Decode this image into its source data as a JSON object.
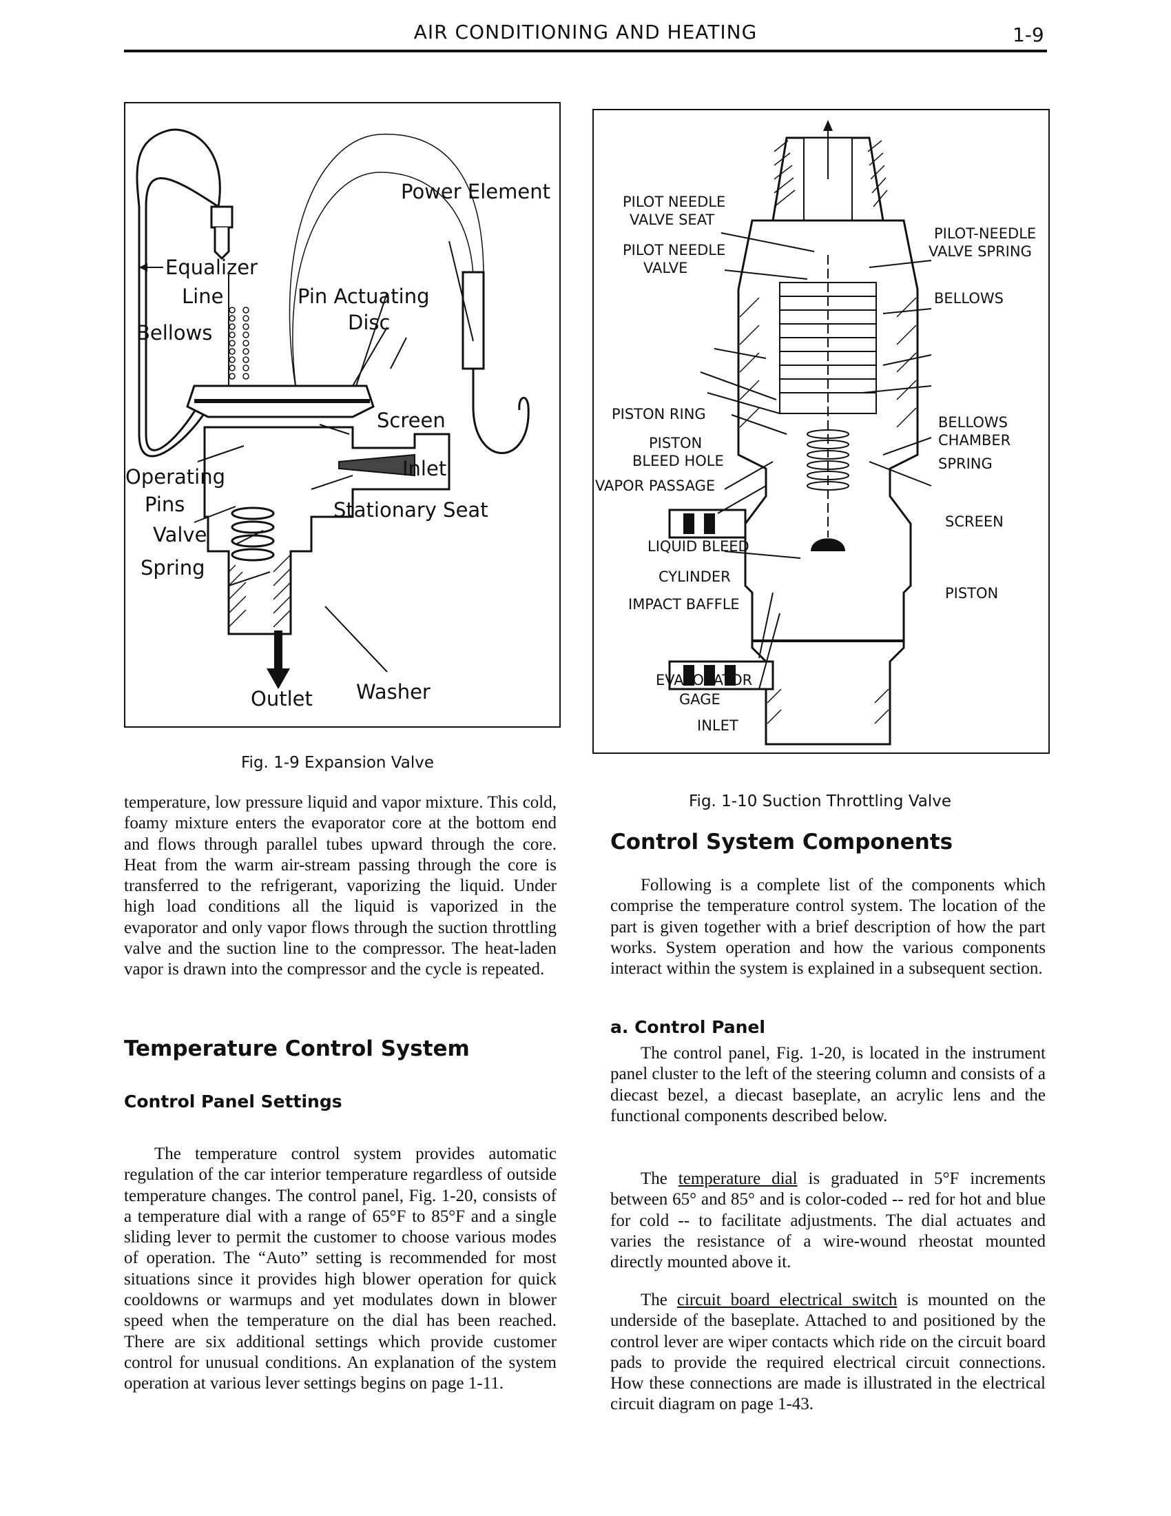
{
  "header": {
    "title": "AIR CONDITIONING AND HEATING",
    "page_number": "1-9"
  },
  "figure_left": {
    "labels": {
      "power_element": "Power Element",
      "equalizer": "Equalizer",
      "line": "Line",
      "pin_actuating": "Pin Actuating",
      "disc": "Disc",
      "bellows": "Bellows",
      "screen": "Screen",
      "operating": "Operating",
      "pins": "Pins",
      "inlet": "Inlet",
      "stationary_seat": "Stationary Seat",
      "valve": "Valve",
      "spring": "Spring",
      "outlet": "Outlet",
      "washer": "Washer"
    },
    "caption": "Fig. 1-9 Expansion Valve"
  },
  "figure_right": {
    "labels": {
      "pilot_needle_valve_seat_1": "PILOT NEEDLE",
      "pilot_needle_valve_seat_2": "VALVE SEAT",
      "pilot_needle_valve_1": "PILOT NEEDLE",
      "pilot_needle_valve_2": "VALVE",
      "pilot_needle_valve_spring_1": "PILOT-NEEDLE",
      "pilot_needle_valve_spring_2": "VALVE SPRING",
      "bellows": "BELLOWS",
      "piston_ring": "PISTON RING",
      "piston_bleed_hole_1": "PISTON",
      "piston_bleed_hole_2": "BLEED HOLE",
      "vapor_passage": "VAPOR PASSAGE",
      "bellows_chamber_1": "BELLOWS",
      "bellows_chamber_2": "CHAMBER",
      "spring": "SPRING",
      "screen": "SCREEN",
      "liquid_bleed": "LIQUID BLEED",
      "cylinder": "CYLINDER",
      "impact_baffle": "IMPACT BAFFLE",
      "piston": "PISTON",
      "evaporator_gage_1": "EVAPORATOR",
      "evaporator_gage_2": "GAGE",
      "inlet": "INLET"
    },
    "caption": "Fig. 1-10 Suction Throttling Valve"
  },
  "left_column": {
    "para1": "temperature, low pressure liquid and vapor mixture. This cold, foamy mixture enters the evaporator core at the bottom end and flows through parallel tubes upward through the core. Heat from the warm air-stream passing through the core is transferred to the refrigerant, vaporizing the liquid. Under high load conditions all the liquid is vaporized in the evaporator and only vapor flows through the suction throttling valve and the suction line to the compressor. The heat-laden vapor is drawn into the compressor and the cycle is repeated.",
    "heading": "Temperature Control System",
    "subheading": "Control Panel Settings",
    "para2": "The temperature control system provides automatic regulation of the car interior temperature regardless of outside temperature changes. The control panel, Fig. 1-20, consists of a temperature dial with a range of 65°F to 85°F and a single sliding lever to permit the customer to choose various modes of operation. The “Auto” setting is recommended for most situations since it provides high blower operation for quick cooldowns or warmups and yet modulates down in blower speed when the temperature on the dial has been reached. There are six additional settings which provide customer control for unusual conditions. An explanation of the system operation at various lever settings begins on page 1-11."
  },
  "right_column": {
    "heading": "Control System Components",
    "para1": "Following is a complete list of the components which comprise the temperature control system. The location of the part is given together with a brief description of how the part works. System operation and how the various components interact within the system is explained in a subsequent section.",
    "subheading": "a.  Control Panel",
    "para2": "The control panel, Fig. 1-20, is located in the instrument panel cluster to the left of the steering column and consists of a diecast bezel, a diecast baseplate, an acrylic lens and the functional components described below.",
    "para3_underlined": "temperature dial",
    "para3_pre": "The ",
    "para3_post": " is graduated in 5°F increments between 65° and 85° and is color-coded -- red for hot and blue for cold -- to facilitate adjustments. The dial actuates and varies the resistance of a wire-wound rheostat mounted directly mounted above it.",
    "para4_pre": "The ",
    "para4_underlined": "circuit board electrical switch",
    "para4_post": " is mounted on the underside of the baseplate. Attached to and positioned by the control lever are wiper contacts which ride on the circuit board pads to provide the required electrical circuit connections. How these connections are made is illustrated in the electrical circuit diagram on page 1-43."
  }
}
